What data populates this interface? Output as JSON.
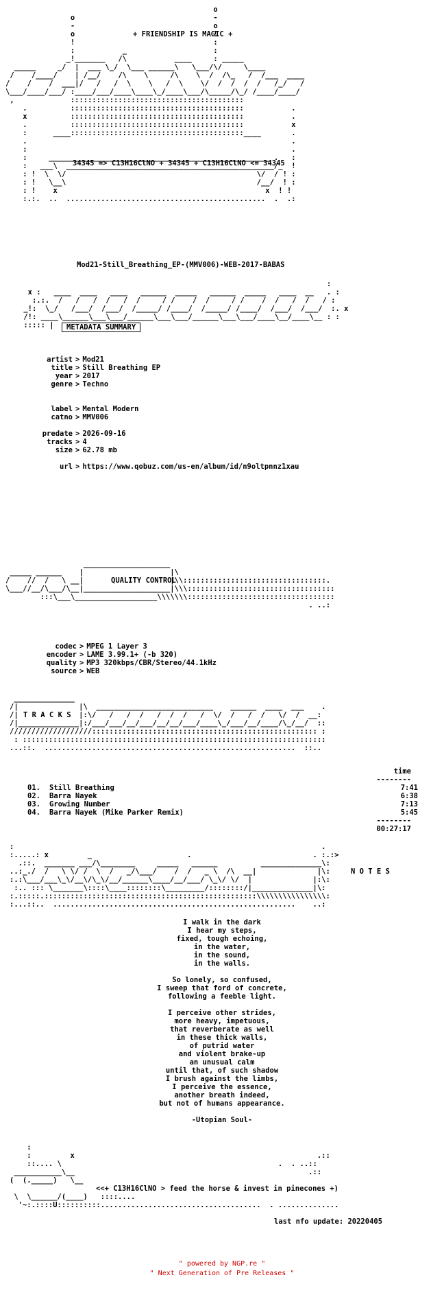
{
  "banner": {
    "tagline": "+ FRIENDSHIP IS MAGIC +",
    "formula": "34345 => C13H16ClNO + 34345 + C13H16ClNO <= 34345"
  },
  "release_name": "Mod21-Still_Breathing_EP-(MMV006)-WEB-2017-BABAS",
  "sections": {
    "metadata": "METADATA SUMMARY",
    "quality": "QUALITY CONTROL",
    "tracks": "T R A C K S",
    "notes": "N O T E S"
  },
  "metadata": {
    "artist_label": "artist",
    "artist": "Mod21",
    "title_label": "title",
    "title": "Still Breathing EP",
    "year_label": "year",
    "year": "2017",
    "genre_label": "genre",
    "genre": "Techno",
    "label_label": "label",
    "label": "Mental Modern",
    "catno_label": "catno",
    "catno": "MMV006",
    "predate_label": "predate",
    "predate": "2026-09-16",
    "tracks_label": "tracks",
    "tracks": "4",
    "size_label": "size",
    "size": "62.78 mb",
    "url_label": "url",
    "url": "https://www.qobuz.com/us-en/album/id/n9oltpnnz1xau"
  },
  "quality": {
    "codec_label": "codec",
    "codec": "MPEG 1 Layer 3",
    "encoder_label": "encoder",
    "encoder": "LAME 3.99.1+ (-b 320)",
    "quality_label": "quality",
    "quality": "MP3 320kbps/CBR/Stereo/44.1kHz",
    "source_label": "source",
    "source": "WEB"
  },
  "tracklist": {
    "time_header": "time",
    "rule": "--------",
    "items": [
      {
        "no": "01.",
        "title": "Still Breathing",
        "time": "7:41"
      },
      {
        "no": "02.",
        "title": "Barra Nayek",
        "time": "6:38"
      },
      {
        "no": "03.",
        "title": "Growing Number",
        "time": "7:13"
      },
      {
        "no": "04.",
        "title": "Barra Nayek (Mike Parker Remix)",
        "time": "5:45"
      }
    ],
    "total": "00:27:17"
  },
  "notes": {
    "lines": [
      "I walk in the dark",
      "I hear my steps,",
      "fixed, tough echoing,",
      "in the water,",
      "in the sound,",
      "in the walls.",
      "",
      "So lonely, so confused,",
      "I sweep that ford of concrete,",
      "following a feeble light.",
      "",
      "I perceive other strides,",
      "more heavy, impetuous,",
      "that reverberate as well",
      "in these thick walls,",
      "of putrid water",
      "and violent brake-up",
      "an unusual calm",
      "until that, of such shadow",
      "I brush against the limbs,",
      "I perceive the essence,",
      "another breath indeed,",
      "but not of humans appearance.",
      "",
      "-Utopian Soul-"
    ]
  },
  "footer": {
    "slogan": "<<+ C13H16ClNO > feed the horse & invest in pinecones +)",
    "update": "last nfo update: 20220405",
    "powered": "\" powered by NGP.re \"",
    "ngp": "\" Next Generation of Pre Releases \""
  }
}
